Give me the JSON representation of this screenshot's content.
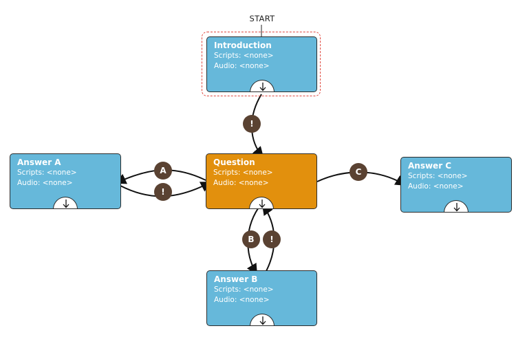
{
  "start_label": "START",
  "nodes": [
    {
      "id": "introduction",
      "title": "Introduction",
      "scripts": "Scripts: <none>",
      "audio": "Audio: <none>",
      "active": false
    },
    {
      "id": "question",
      "title": "Question",
      "scripts": "Scripts: <none>",
      "audio": "Audio: <none>",
      "active": true
    },
    {
      "id": "answer-a",
      "title": "Answer A",
      "scripts": "Scripts: <none>",
      "audio": "Audio: <none>",
      "active": false
    },
    {
      "id": "answer-b",
      "title": "Answer B",
      "scripts": "Scripts: <none>",
      "audio": "Audio: <none>",
      "active": false
    },
    {
      "id": "answer-c",
      "title": "Answer C",
      "scripts": "Scripts: <none>",
      "audio": "Audio: <none>",
      "active": false
    }
  ],
  "edge_labels": {
    "intro_to_question": "!",
    "question_to_a": "A",
    "a_to_question": "!",
    "question_to_b": "B",
    "b_to_question": "!",
    "question_to_c": "C"
  },
  "colors": {
    "node_fill": "#66b8da",
    "active_fill": "#e2900d",
    "condition_fill": "#5a4232",
    "selection_outline": "#e0453c"
  }
}
